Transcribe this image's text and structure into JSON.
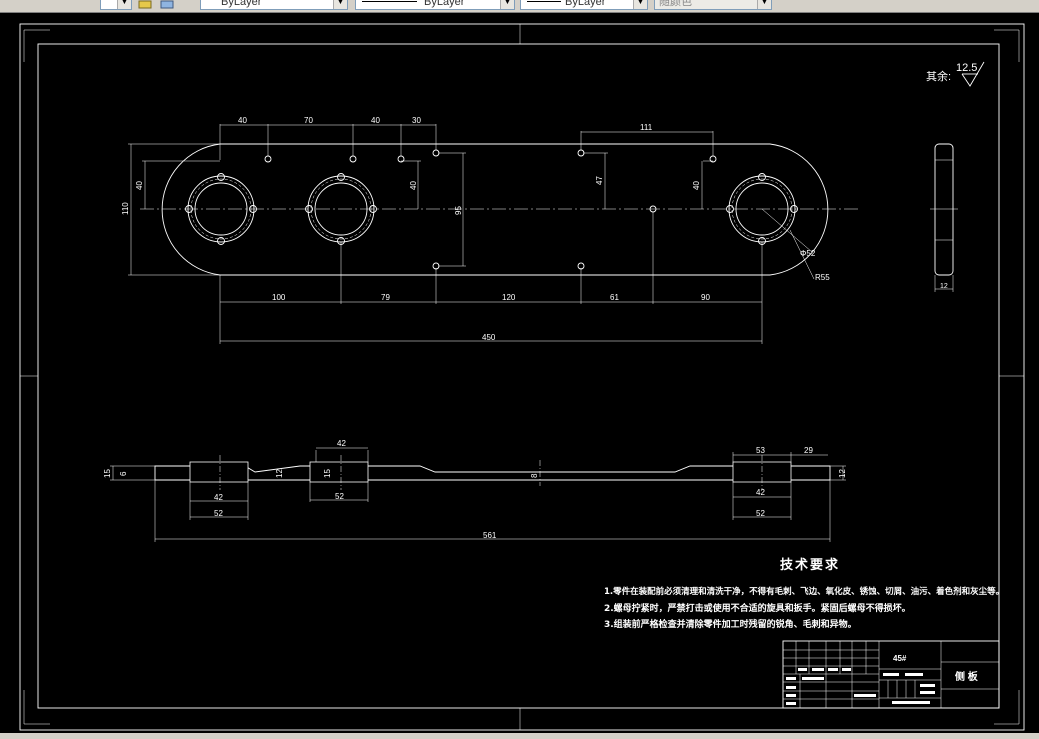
{
  "toolbar": {
    "layer_color": "ByLayer",
    "linetype": "ByLayer",
    "lineweight": "ByLayer",
    "plot_style": "随颜色"
  },
  "drawing": {
    "surface_finish_label": "其余:",
    "surface_finish_value": "12.5",
    "top_dims": [
      "40",
      "70",
      "40",
      "30",
      "111"
    ],
    "left_dims": [
      "110",
      "40"
    ],
    "inner_vertical_dims": [
      "40",
      "95",
      "47",
      "40"
    ],
    "bottom_dims": [
      "100",
      "79",
      "120",
      "61",
      "90",
      "450"
    ],
    "radius_labels": [
      "Φ52",
      "R55"
    ],
    "side_view_dim": "12",
    "section_top_dims": [
      "42",
      "53",
      "29"
    ],
    "section_left_dims": [
      "15",
      "6",
      "12",
      "15"
    ],
    "section_right_dim": "12",
    "section_bottom_dims": [
      "42",
      "52",
      "52",
      "42",
      "52",
      "561"
    ],
    "section_center_label": "8"
  },
  "tech_requirements": {
    "heading": "技术要求",
    "notes": [
      "1.零件在装配前必须清理和清洗干净，不得有毛刺、飞边、氧化皮、锈蚀、切屑、油污、着色剂和灰尘等。",
      "2.螺母拧紧时，严禁打击或使用不合适的旋具和扳手。紧固后螺母不得损坏。",
      "3.组装前严格检查并清除零件加工时残留的锐角、毛刺和异物。"
    ]
  },
  "title_block": {
    "material": "45#",
    "part_name": "侧  板"
  }
}
